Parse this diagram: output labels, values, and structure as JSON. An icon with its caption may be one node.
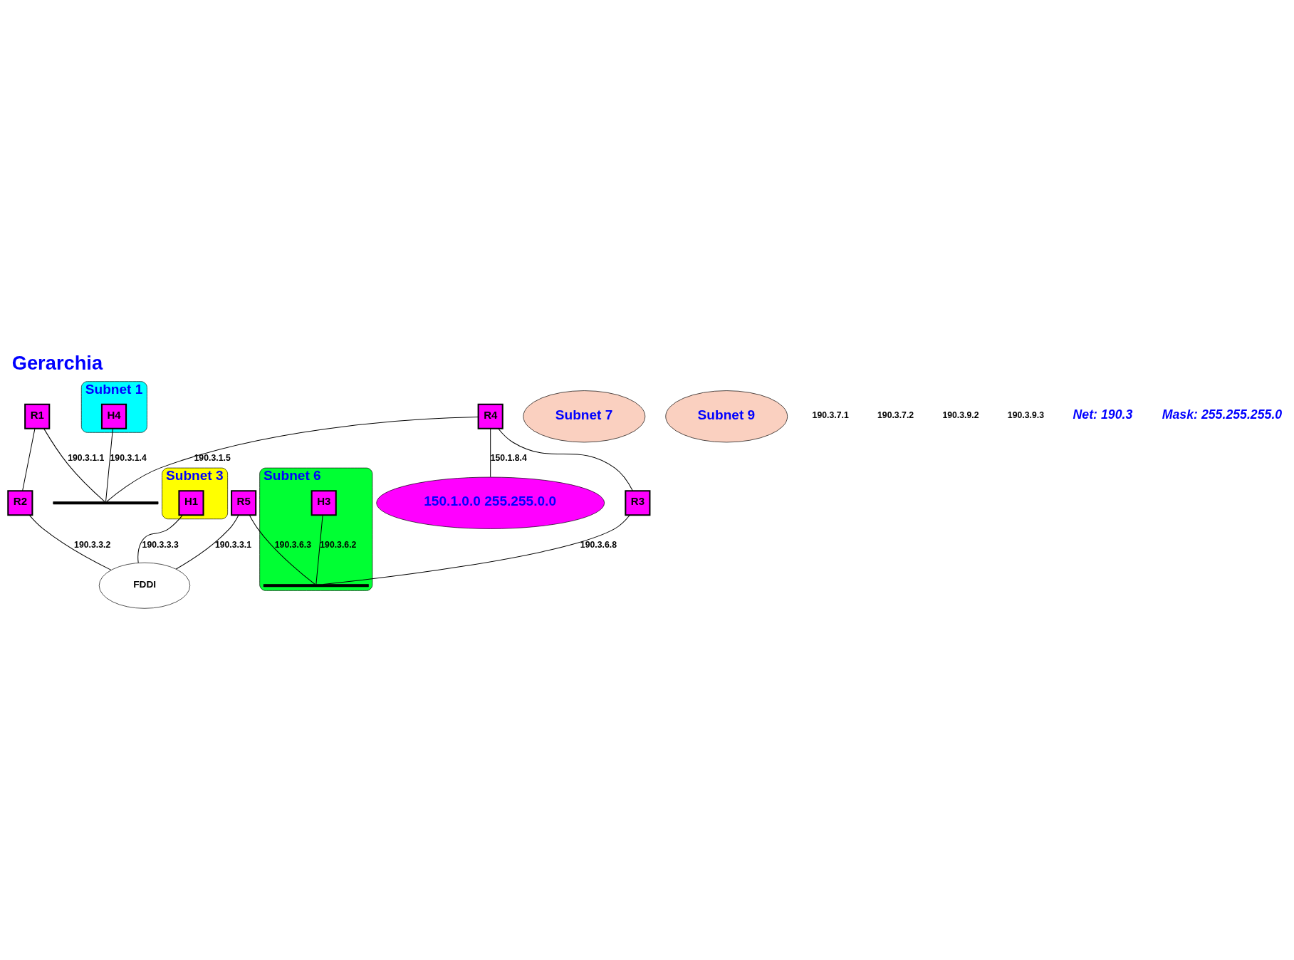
{
  "diagram": {
    "title": "Gerarchia",
    "nodes": [
      {
        "text": [
          "Subnet 1"
        ]
      },
      {
        "text": [
          "H4"
        ],
        "in": 0
      },
      {
        "text": [],
        "shape": "bar"
      },
      {
        "text": [
          "R1"
        ]
      },
      {
        "text": [
          "R4"
        ]
      },
      {
        "text": [
          "150.1.0.0 255.255.0.0"
        ]
      },
      {
        "text": [
          "Subnet 7"
        ]
      },
      {
        "text": [
          "Subnet 9"
        ]
      },
      {
        "text": [
          "R2"
        ]
      },
      {
        "text": [
          "R3"
        ]
      },
      {
        "text": [
          "Subnet 3"
        ]
      },
      {
        "text": [
          "H1"
        ],
        "in": 10
      },
      {
        "text": [
          "FDDI"
        ]
      },
      {
        "text": [
          "R5"
        ]
      },
      {
        "text": [
          "Subnet 6"
        ]
      },
      {
        "text": [],
        "shape": "bar",
        "in": 14
      },
      {
        "text": [
          "H3"
        ],
        "in": 14
      }
    ],
    "edges": [
      {
        "from": 3,
        "to": 2,
        "arrow": "none",
        "label": "190.3.1.1"
      },
      {
        "from": 1,
        "to": 2,
        "arrow": "none",
        "label": "190.3.1.4"
      },
      {
        "from": 4,
        "to": 2,
        "arrow": "none",
        "label": "190.3.1.5"
      },
      {
        "from": 4,
        "to": 5,
        "arrow": "none",
        "label": "150.1.8.4"
      },
      {
        "from": 3,
        "to": 8,
        "arrow": "none"
      },
      {
        "from": 4,
        "to": 9,
        "arrow": "none"
      },
      {
        "from": 9,
        "to": 15,
        "arrow": "none",
        "label": "190.3.6.8"
      },
      {
        "from": 13,
        "to": 15,
        "arrow": "none",
        "label": "190.3.6.3"
      },
      {
        "from": 16,
        "to": 15,
        "arrow": "none",
        "label": "190.3.6.2"
      },
      {
        "from": 8,
        "to": 12,
        "arrow": "none",
        "label": "190.3.3.2"
      },
      {
        "from": 11,
        "to": 12,
        "arrow": "none",
        "label": "190.3.3.3"
      },
      {
        "from": 13,
        "to": 12,
        "arrow": "none",
        "label": "190.3.3.1"
      }
    ],
    "labels": [
      "190.3.7.1",
      "190.3.7.2",
      "190.3.9.2",
      "190.3.9.3",
      "Net: 190.3",
      "Mask: 255.255.255.0"
    ]
  }
}
